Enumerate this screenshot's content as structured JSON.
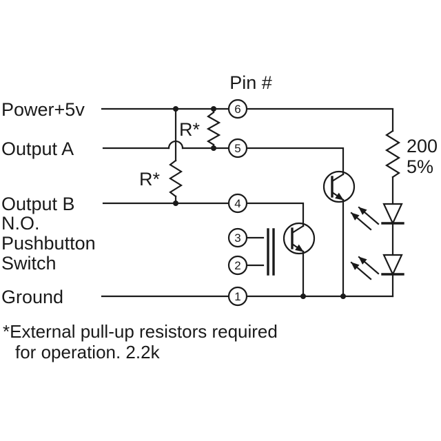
{
  "diagram": {
    "pin_header": "Pin #",
    "row_labels": {
      "power": "Power+5v",
      "output_a": "Output A",
      "output_b": "Output B",
      "pushbutton_line1": "N.O.",
      "pushbutton_line2": "Pushbutton",
      "pushbutton_line3": "Switch",
      "ground": "Ground"
    },
    "pins": [
      {
        "number": "6"
      },
      {
        "number": "5"
      },
      {
        "number": "4"
      },
      {
        "number": "3"
      },
      {
        "number": "2"
      },
      {
        "number": "1"
      }
    ],
    "resistors": {
      "pullup_a": "R*",
      "pullup_b": "R*",
      "led_resistor_value": "200",
      "led_resistor_tolerance": "5%"
    },
    "footnote": {
      "line1": "*External pull-up resistors required",
      "line2": "for operation. 2.2k"
    }
  },
  "colors": {
    "line": "#1a1a1a",
    "background": "#ffffff"
  }
}
